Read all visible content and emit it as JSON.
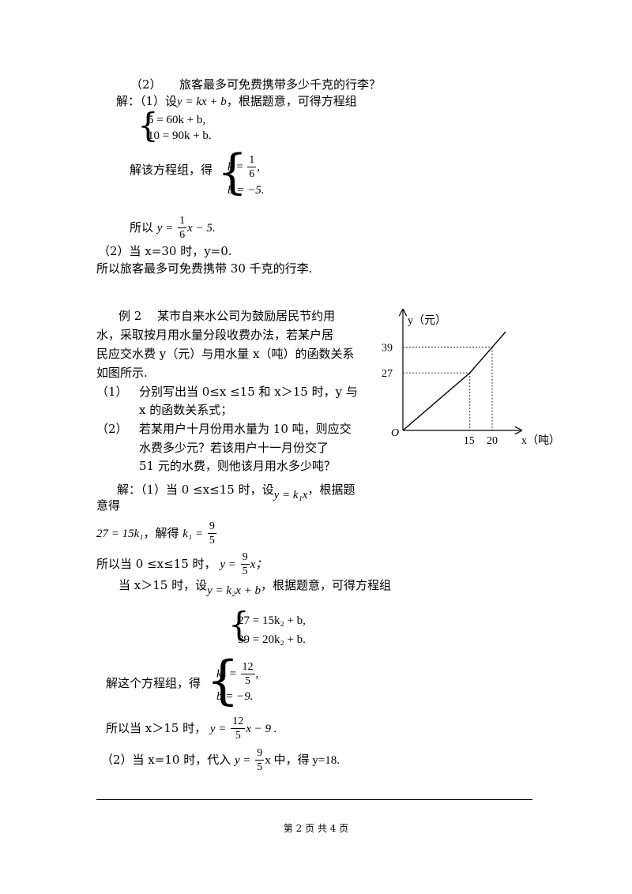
{
  "q2_line": "（2）　　旅客最多可免费携带多少千克的行李？",
  "sol1": {
    "prefix": "解：（1）设",
    "eq_set": "y = kx + b",
    "suffix": "，根据题意，可得方程组",
    "sys_line1": "5 = 60k + b,",
    "sys_line2": "10 = 90k + b.",
    "solve_label": "解该方程组，得",
    "k_lhs": "k =",
    "k_num": "1",
    "k_den": "6",
    "k_tail": ",",
    "b_line": "b = −5.",
    "so_label": "所以",
    "so_lhs": "y =",
    "so_num": "1",
    "so_den": "6",
    "so_tail": "x − 5."
  },
  "sol2_line1": "（2）当 x=30 时，y=0.",
  "sol2_line2": "所以旅客最多可免费携带 30 千克的行李.",
  "example2": {
    "lines": [
      "例 2　 某市自来水公司为鼓励居民节约用",
      "水，采取按月用水量分段收费办法，若某户居",
      "民应交水费 y（元）与用水量 x（吨）的函数关系",
      "如图所示."
    ],
    "item1_label": "（1）",
    "item1_text1": "分别写出当 0≤x ≤15 和 x＞15 时，y 与",
    "item1_text2": "x 的函数关系式；",
    "item2_label": "（2）",
    "item2_text1": "若某用户十月份用水量为 10 吨，则应交",
    "item2_text2": "水费多少元？若该用户十一月份交了",
    "item2_text3": "51 元的水费，则他该月用水多少吨？"
  },
  "figure": {
    "y_axis_label": "y（元）",
    "x_axis_label": "x（吨）",
    "origin": "O",
    "tick_y_39": "39",
    "tick_y_27": "27",
    "tick_x_15": "15",
    "tick_x_20": "20"
  },
  "chart_data": {
    "type": "line",
    "xlabel": "x（吨）",
    "ylabel": "y（元）",
    "series": [
      {
        "x": [
          0,
          15,
          20,
          23
        ],
        "y": [
          0,
          27,
          39,
          46.2
        ]
      }
    ],
    "ticks_x": [
      15,
      20
    ],
    "ticks_y": [
      27,
      39
    ],
    "grid": false
  },
  "sol_ex2": {
    "line1_prefix": "解：（1）当 0 ≤x≤15 时，设",
    "line1_eq": "y = k₁x",
    "line1_suffix": "，根据题",
    "line2": "意得",
    "line3_eq": "27 = 15k₁",
    "line3_mid": "，解得",
    "line3_lhs": "k₁ =",
    "line3_num": "9",
    "line3_den": "5",
    "line4_prefix": "所以当 0 ≤x≤15 时，",
    "line4_lhs": "y =",
    "line4_num": "9",
    "line4_den": "5",
    "line4_tail": "x；",
    "line5_prefix": "当 x＞15 时，设",
    "line5_eq": "y = k₂x + b",
    "line5_suffix": "，根据题意，可得方程组",
    "sys2_line1": "27 = 15k₂ + b,",
    "sys2_line2": "39 = 20k₂ + b.",
    "solve2_label": "解这个方程组，得",
    "k2_lhs": "k₂ =",
    "k2_num": "12",
    "k2_den": "5",
    "k2_tail": ",",
    "b2_line": "b = −9.",
    "line8_prefix": "所以当 x＞15 时，",
    "line8_lhs": "y =",
    "line8_num": "12",
    "line8_den": "5",
    "line8_tail": "x − 9 .",
    "line9_prefix": "（2）当 x=10 时，代入",
    "line9_lhs": "y =",
    "line9_num": "9",
    "line9_den": "5",
    "line9_tail": "x 中，得 y=18."
  },
  "footer": "第 2 页 共 4 页"
}
